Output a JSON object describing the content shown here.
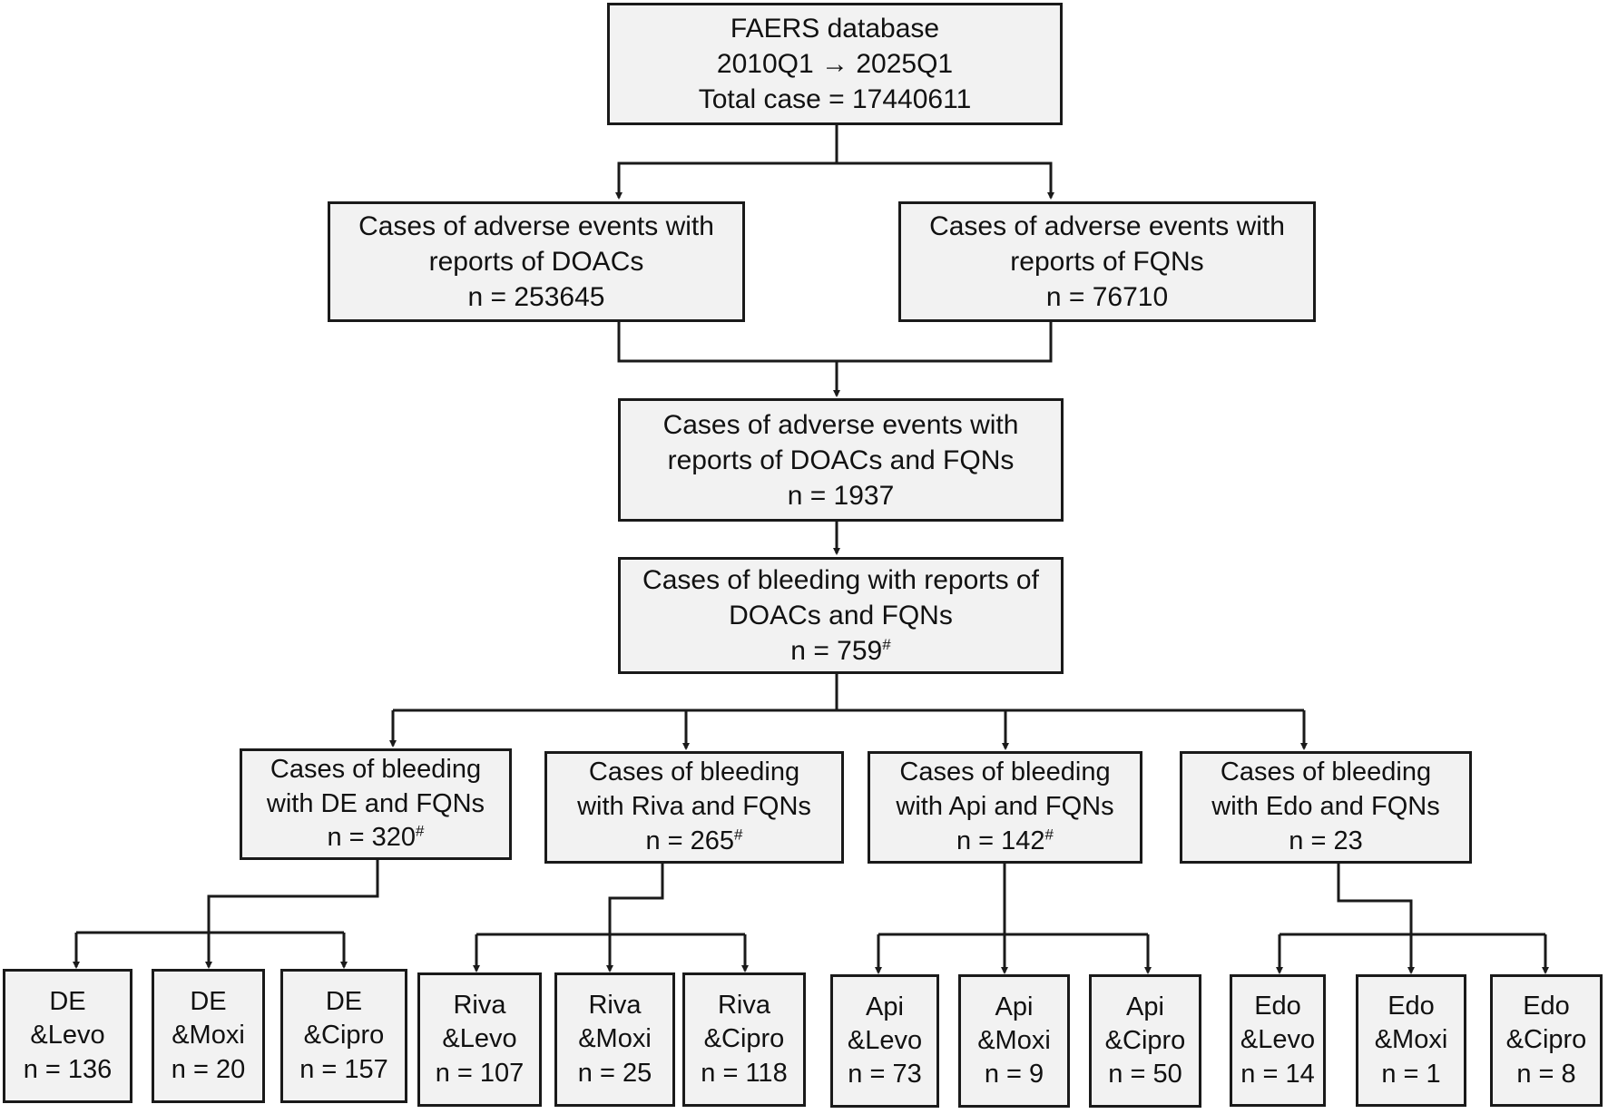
{
  "top": {
    "line1": "FAERS database",
    "line2": "2010Q1 → 2025Q1",
    "line3": "Total case = 17440611"
  },
  "doacs": {
    "line1": "Cases of adverse events with",
    "line2": "reports of DOACs",
    "line3": "n = 253645"
  },
  "fqns": {
    "line1": "Cases of adverse events with",
    "line2": "reports of FQNs",
    "line3": "n = 76710"
  },
  "both": {
    "line1": "Cases of adverse events with",
    "line2": "reports of DOACs and FQNs",
    "line3": "n = 1937"
  },
  "bleeding": {
    "line1": "Cases of bleeding with reports of",
    "line2": "DOACs and FQNs",
    "line3": "n = 759",
    "mark": "#"
  },
  "groups": [
    {
      "line1": "Cases of bleeding",
      "line2": "with DE and FQNs",
      "line3": "n = 320",
      "mark": "#"
    },
    {
      "line1": "Cases of bleeding",
      "line2": "with Riva and FQNs",
      "line3": "n = 265",
      "mark": "#"
    },
    {
      "line1": "Cases of bleeding",
      "line2": "with Api and FQNs",
      "line3": "n = 142",
      "mark": "#"
    },
    {
      "line1": "Cases of bleeding",
      "line2": "with Edo and FQNs",
      "line3": "n = 23",
      "mark": ""
    }
  ],
  "leaves": [
    {
      "line1": "DE",
      "line2": "&Levo",
      "line3": "n = 136"
    },
    {
      "line1": "DE",
      "line2": "&Moxi",
      "line3": "n = 20"
    },
    {
      "line1": "DE",
      "line2": "&Cipro",
      "line3": "n = 157"
    },
    {
      "line1": "Riva",
      "line2": "&Levo",
      "line3": "n = 107"
    },
    {
      "line1": "Riva",
      "line2": "&Moxi",
      "line3": "n = 25"
    },
    {
      "line1": "Riva",
      "line2": "&Cipro",
      "line3": "n = 118"
    },
    {
      "line1": "Api",
      "line2": "&Levo",
      "line3": "n = 73"
    },
    {
      "line1": "Api",
      "line2": "&Moxi",
      "line3": "n = 9"
    },
    {
      "line1": "Api",
      "line2": "&Cipro",
      "line3": "n = 50"
    },
    {
      "line1": "Edo",
      "line2": "&Levo",
      "line3": "n = 14"
    },
    {
      "line1": "Edo",
      "line2": "&Moxi",
      "line3": "n = 1"
    },
    {
      "line1": "Edo",
      "line2": "&Cipro",
      "line3": "n = 8"
    }
  ]
}
